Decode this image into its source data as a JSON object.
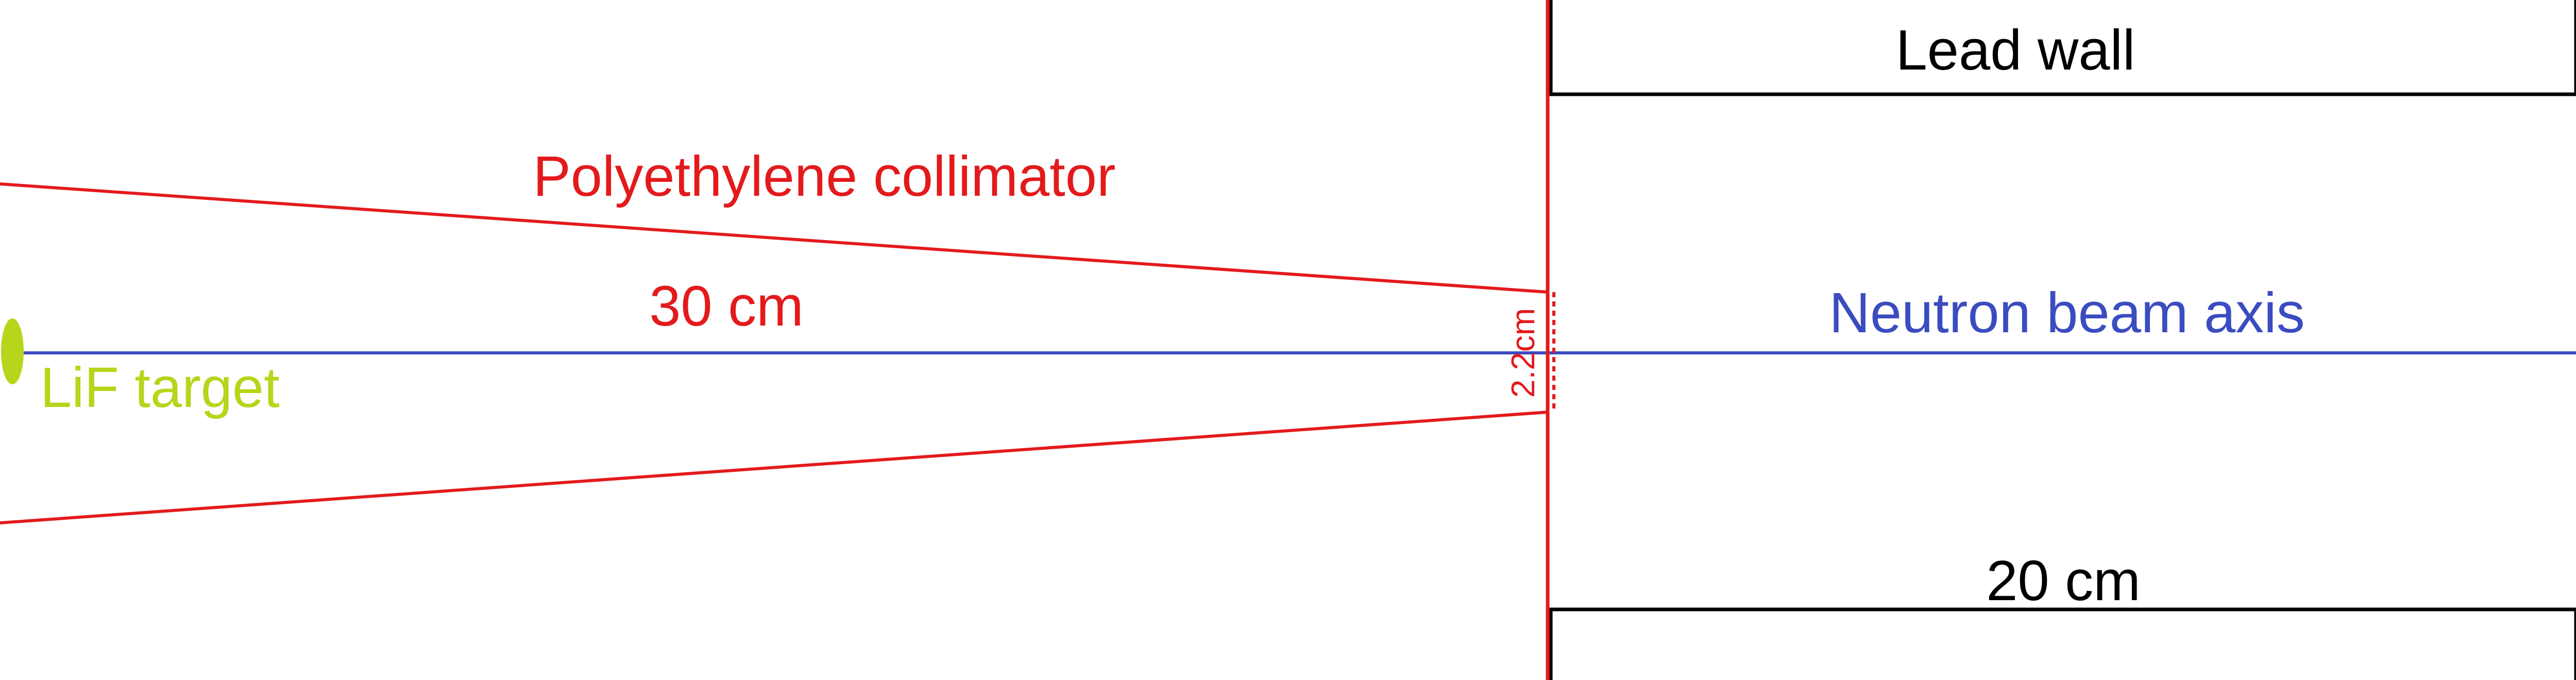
{
  "diagram": {
    "labels": {
      "lead_wall": "Lead wall",
      "collimator": "Polyethylene collimator",
      "length": "30 cm",
      "beam_axis": "Neutron beam axis",
      "target": "LiF target",
      "aperture": "2.2cm",
      "wall_thickness": "20 cm"
    },
    "colors": {
      "collimator": "#e31a1c",
      "beam_axis": "#3b4cc0",
      "target": "#b5d61a",
      "lead_wall": "#000000"
    }
  }
}
